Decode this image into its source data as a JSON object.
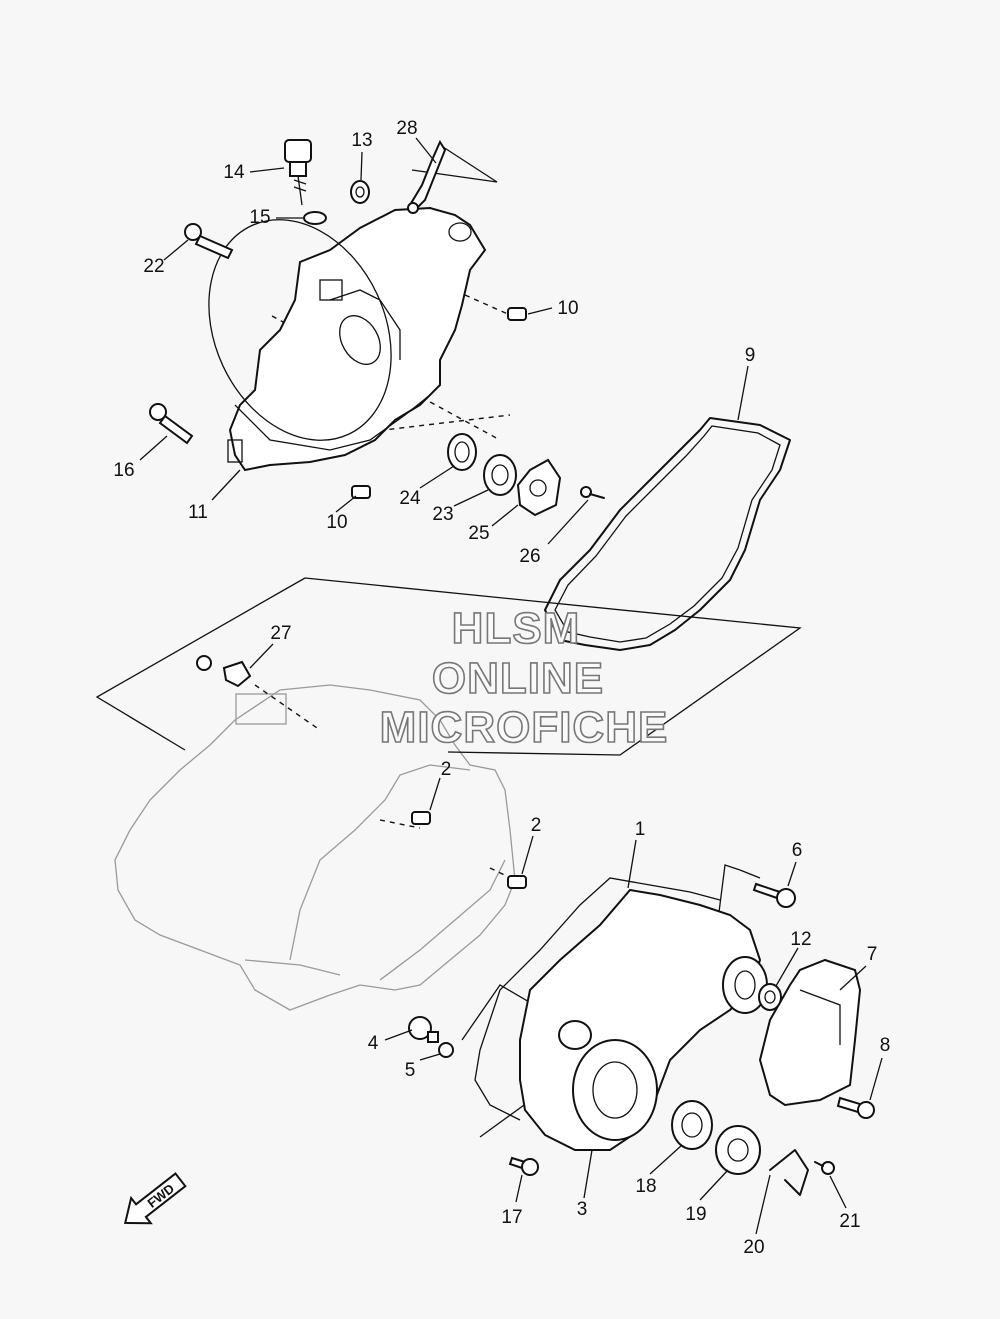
{
  "watermark": {
    "line1": "HLSM",
    "line2": "ONLINE",
    "line3": "MICROFICHE"
  },
  "fwd_label": "FWD",
  "callouts": {
    "c1": "1",
    "c2a": "2",
    "c2b": "2",
    "c3": "3",
    "c4": "4",
    "c5": "5",
    "c6": "6",
    "c7": "7",
    "c8": "8",
    "c9": "9",
    "c10a": "10",
    "c10b": "10",
    "c11": "11",
    "c12": "12",
    "c13": "13",
    "c14": "14",
    "c15": "15",
    "c16": "16",
    "c17": "17",
    "c18": "18",
    "c19": "19",
    "c20": "20",
    "c21": "21",
    "c22": "22",
    "c23": "23",
    "c24": "24",
    "c25": "25",
    "c26": "26",
    "c27": "27",
    "c28": "28"
  }
}
